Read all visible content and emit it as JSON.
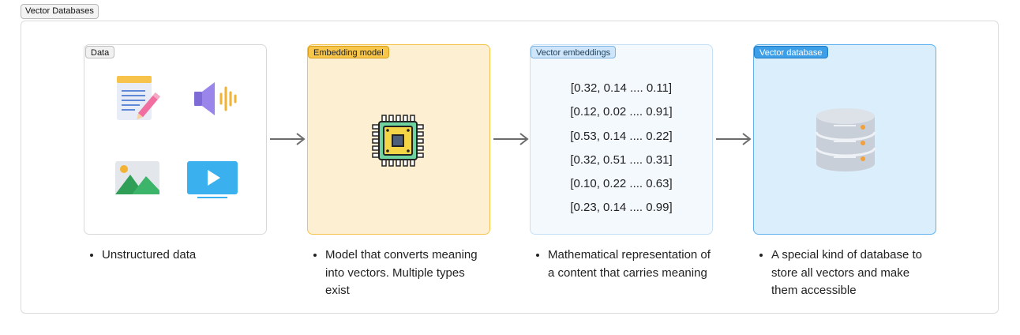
{
  "frame": {
    "title": "Vector Databases"
  },
  "cards": {
    "data": {
      "tag": "Data",
      "icons": [
        "document-icon",
        "audio-icon",
        "image-icon",
        "video-icon"
      ]
    },
    "embedding": {
      "tag": "Embedding model",
      "icon": "chip-icon"
    },
    "vectors": {
      "tag": "Vector embeddings",
      "rows": [
        "[0.32, 0.14 .... 0.11]",
        "[0.12, 0.02 .... 0.91]",
        "[0.53, 0.14 .... 0.22]",
        "[0.32, 0.51 .... 0.31]",
        "[0.10, 0.22 .... 0.63]",
        "[0.23, 0.14 .... 0.99]"
      ]
    },
    "database": {
      "tag": "Vector database",
      "icon": "database-icon"
    }
  },
  "descriptions": {
    "data": "Unstructured data",
    "embedding": "Model that converts meaning into vectors. Multiple types exist",
    "vectors": "Mathematical representation of a content that carries meaning",
    "database": "A special kind of database to store all vectors and make them accessible"
  },
  "colors": {
    "embed_fill": "#fdf0d2",
    "embed_border": "#f3c34b",
    "vec_fill": "#f4f9fe",
    "db_fill": "#dbeefc",
    "db_border": "#5fb2ee",
    "arrow": "#6b6b6b"
  }
}
